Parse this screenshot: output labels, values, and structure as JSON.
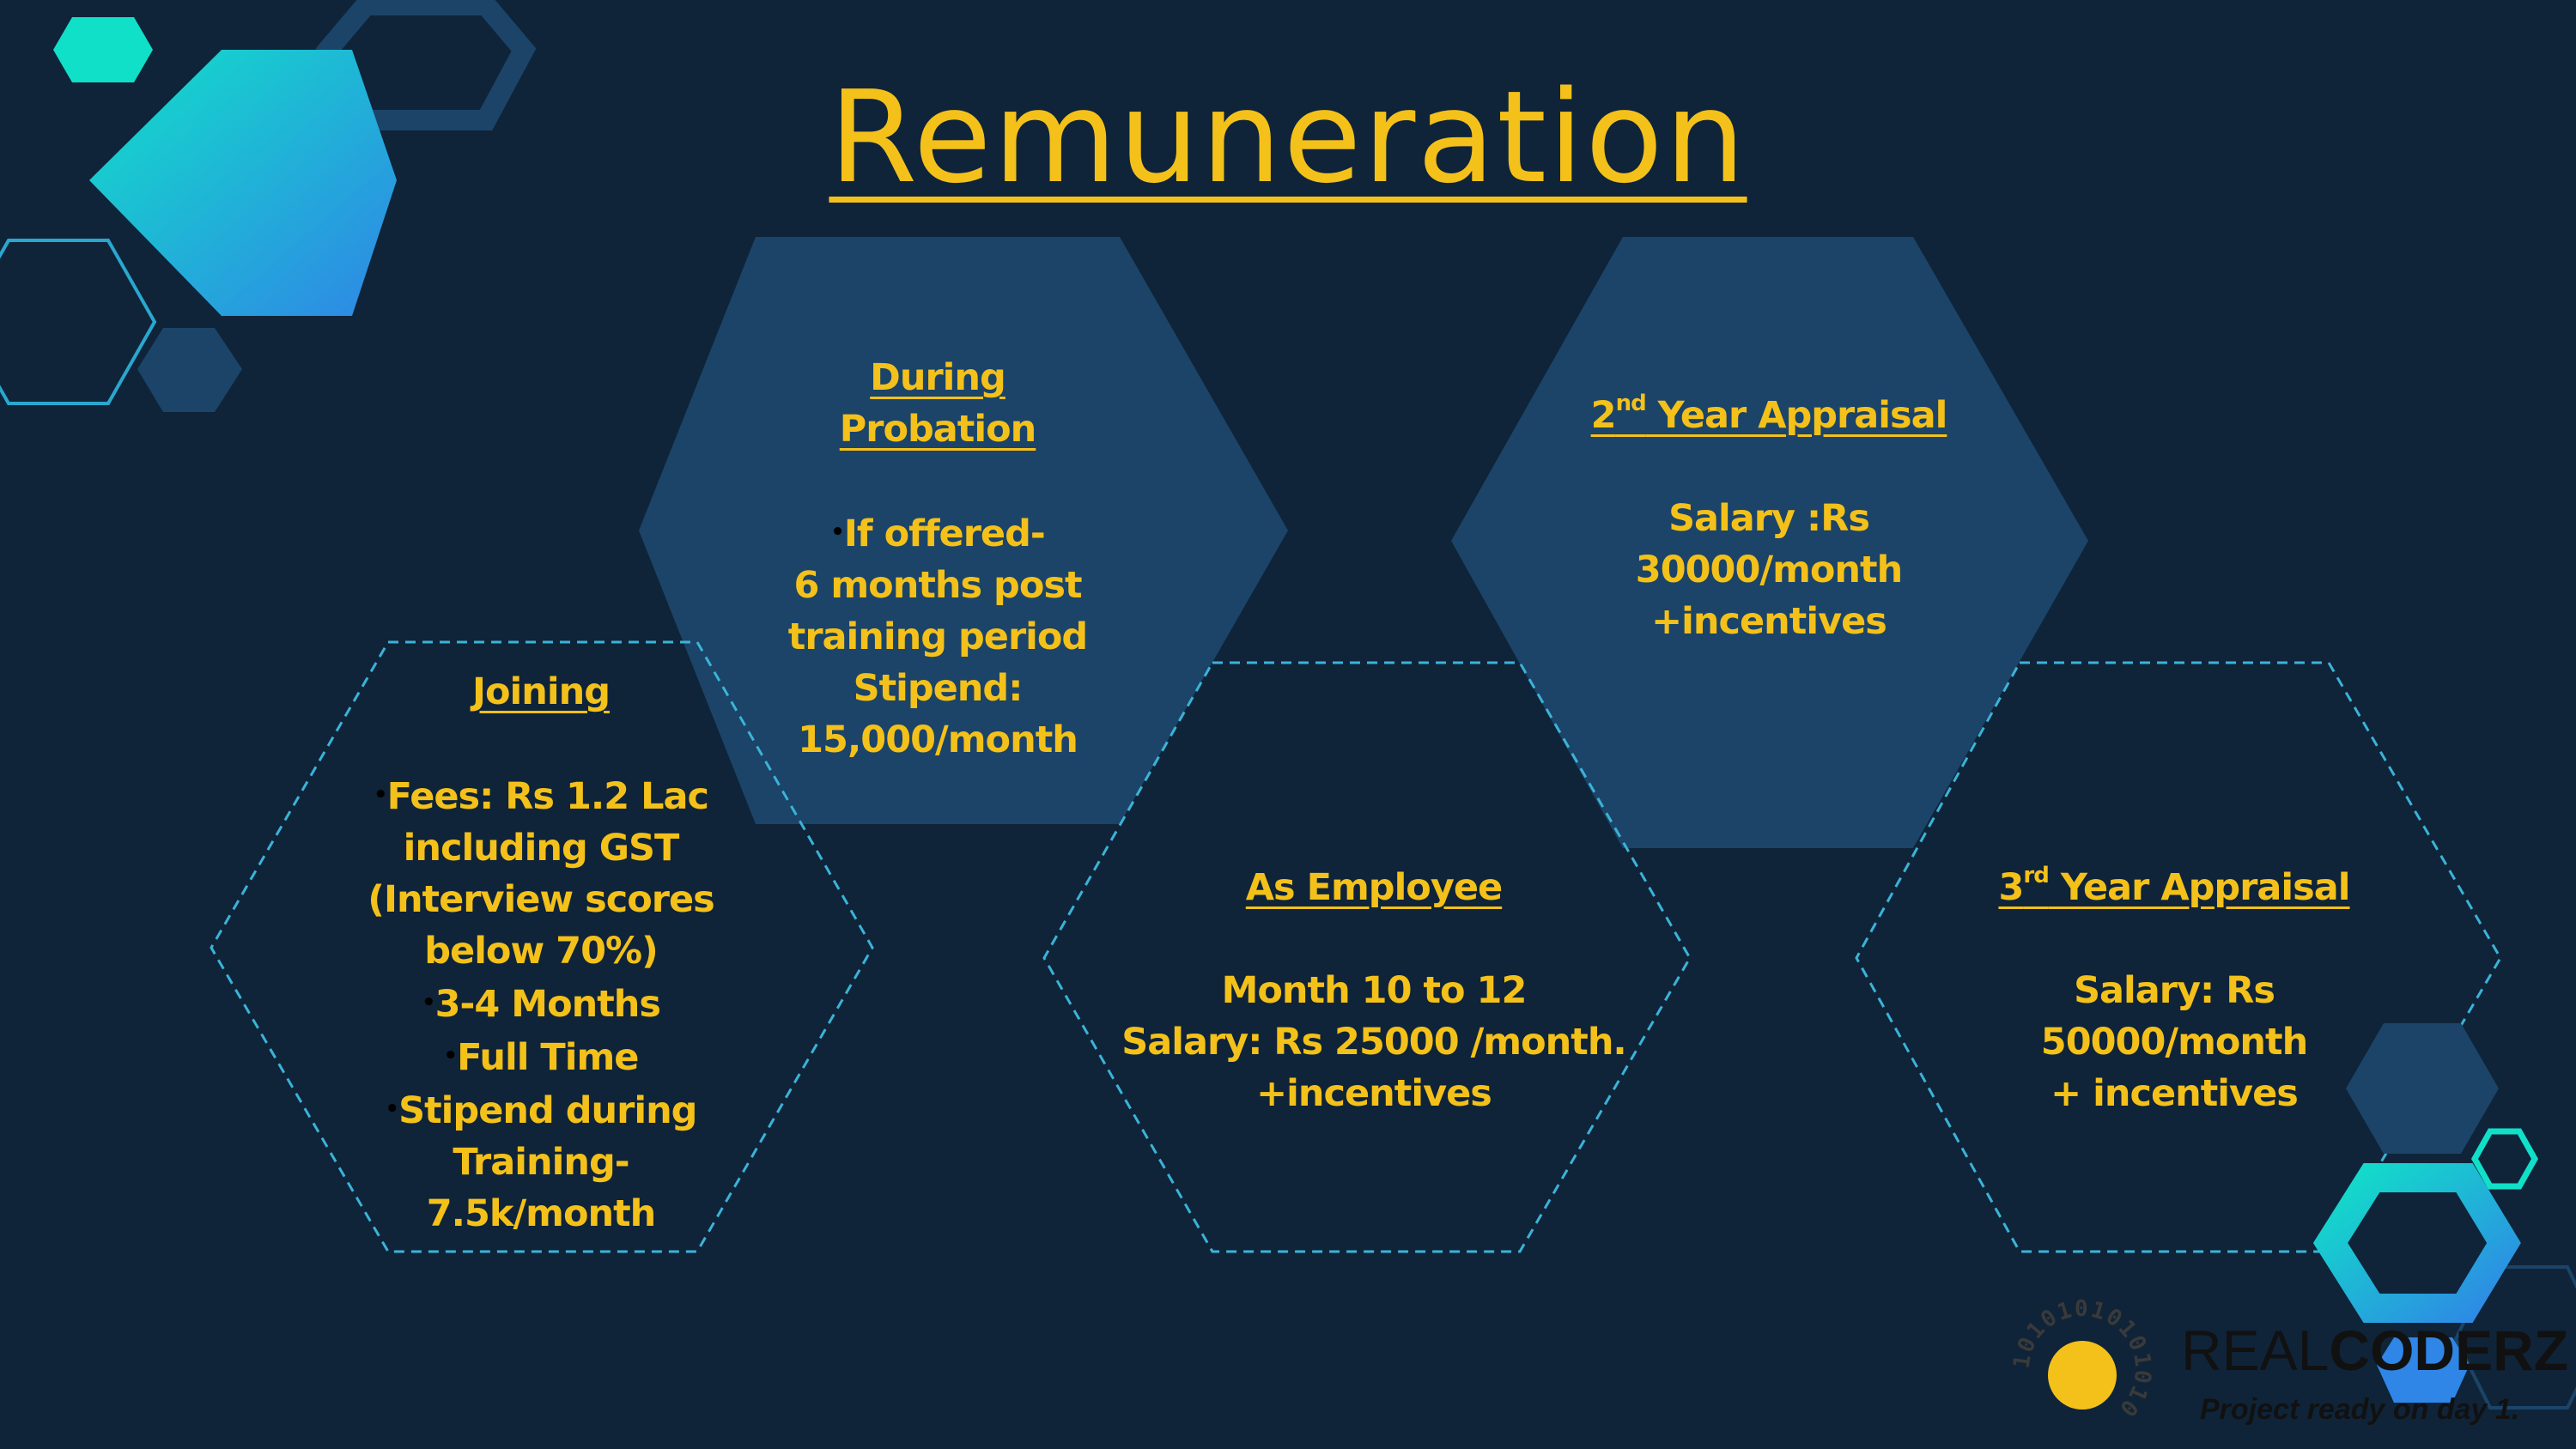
{
  "slide": {
    "title": "Remuneration",
    "colors": {
      "background": "#0f2439",
      "text_accent": "#f4c11a",
      "hex_fill": "#1b4468",
      "hex_dashed": "#3bb3d8",
      "teal": "#11e0c8",
      "blue": "#2f86e6"
    }
  },
  "cards": {
    "joining": {
      "heading": "Joining",
      "lines": [
        "Fees: Rs 1.2 Lac",
        "including GST",
        "(Interview scores",
        "below 70%)",
        "3-4 Months",
        "Full Time",
        "Stipend during",
        "Training-",
        "7.5k/month"
      ]
    },
    "probation": {
      "heading": "During Probation",
      "lines": [
        "If offered-",
        "6 months post",
        "training period",
        "Stipend:",
        "15,000/month"
      ]
    },
    "employee": {
      "heading": "As Employee",
      "lines": [
        "Month 10 to 12",
        "Salary: Rs 25000 /month.",
        "+incentives"
      ]
    },
    "year2": {
      "heading_num": "2",
      "heading_sup": "nd",
      "heading_rest": " Year Appraisal",
      "lines": [
        "Salary :Rs",
        "30000/month",
        "+incentives"
      ]
    },
    "year3": {
      "heading_num": "3",
      "heading_sup": "rd",
      "heading_rest": " Year Appraisal",
      "lines": [
        "Salary: Rs",
        "50000/month",
        "+ incentives"
      ]
    }
  },
  "logo": {
    "brand_light": "REAL",
    "brand_bold": "CODERZ",
    "tagline": "Project ready on day 1.",
    "binary_ring": "10101010101010"
  }
}
